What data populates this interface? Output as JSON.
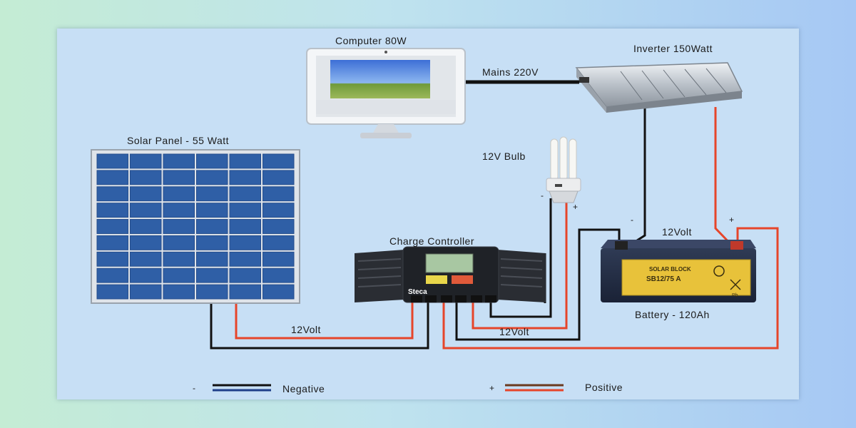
{
  "labels": {
    "computer": "Computer 80W",
    "inverter": "Inverter 150Watt",
    "mains": "Mains 220V",
    "solar_panel": "Solar Panel  - 55 Watt",
    "bulb": "12V Bulb",
    "charge_controller": "Charge Controller",
    "battery": "Battery - 120Ah",
    "battery_volt": "12Volt",
    "solar_volt": "12Volt",
    "load_volt": "12Volt",
    "controller_brand": "Steca",
    "battery_brand": "SOLAR BLOCK",
    "battery_model": "SB12/75 A",
    "battery_pb": "Pb"
  },
  "polarity": {
    "inverter_neg": "-",
    "inverter_pos": "+",
    "bulb_neg": "-",
    "bulb_pos": "+"
  },
  "legend": {
    "negative_symbol": "-",
    "negative_label": "Negative",
    "positive_symbol": "+",
    "positive_label": "Positive"
  },
  "colors": {
    "negative_wire": "#111111",
    "positive_wire": "#e6452a",
    "legend_negative_accent": "#1f3f8a",
    "legend_positive_accent": "#6b3a1f",
    "solar_cell": "#2f5fa6"
  }
}
